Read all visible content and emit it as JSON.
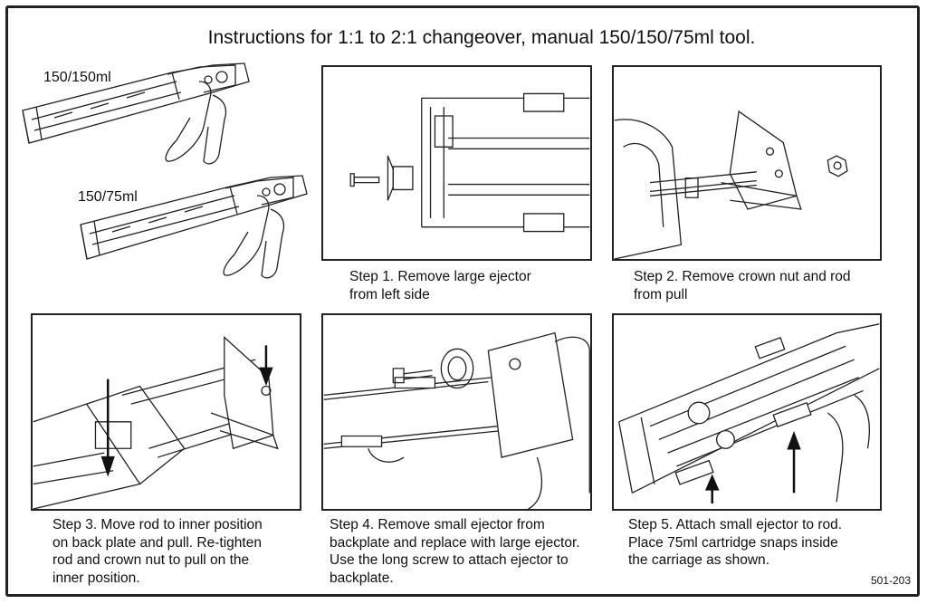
{
  "title": "Instructions for 1:1 to 2:1 changeover, manual 150/150/75ml tool.",
  "tools": {
    "top_label": "150/150ml",
    "bottom_label": "150/75ml"
  },
  "steps": [
    {
      "lines": [
        "Step 1. Remove large ejector",
        "from left side"
      ]
    },
    {
      "lines": [
        "Step 2. Remove crown nut and rod",
        "from pull"
      ]
    },
    {
      "lines": [
        "Step 3. Move rod to inner position",
        "on back plate and pull. Re-tighten",
        "rod and crown nut to pull on the",
        "inner position."
      ]
    },
    {
      "lines": [
        "Step 4. Remove small ejector from",
        "backplate and replace with large ejector.",
        "Use the long screw to attach ejector to",
        "backplate."
      ]
    },
    {
      "lines": [
        "Step 5. Attach small ejector to rod.",
        "Place 75ml cartridge snaps inside",
        "the carriage as shown."
      ]
    }
  ],
  "doc_number": "501-203"
}
